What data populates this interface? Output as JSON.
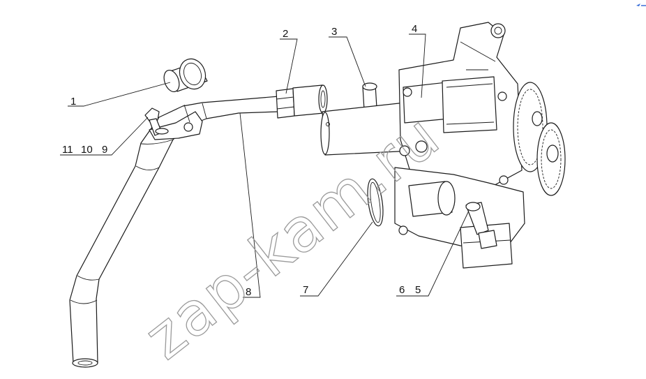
{
  "watermark": "zap-kam.ru",
  "labels": {
    "l1": "1",
    "l2": "2",
    "l3": "3",
    "l4": "4",
    "l5": "5",
    "l6": "6",
    "l7": "7",
    "l8": "8",
    "l9": "9",
    "l10": "10",
    "l11": "11"
  },
  "colors": {
    "line": "#1a1a1a",
    "watermark": "#9a9a9a",
    "background": "#ffffff"
  },
  "icons": {
    "corner_mark": "scroll-arrow-icon"
  }
}
